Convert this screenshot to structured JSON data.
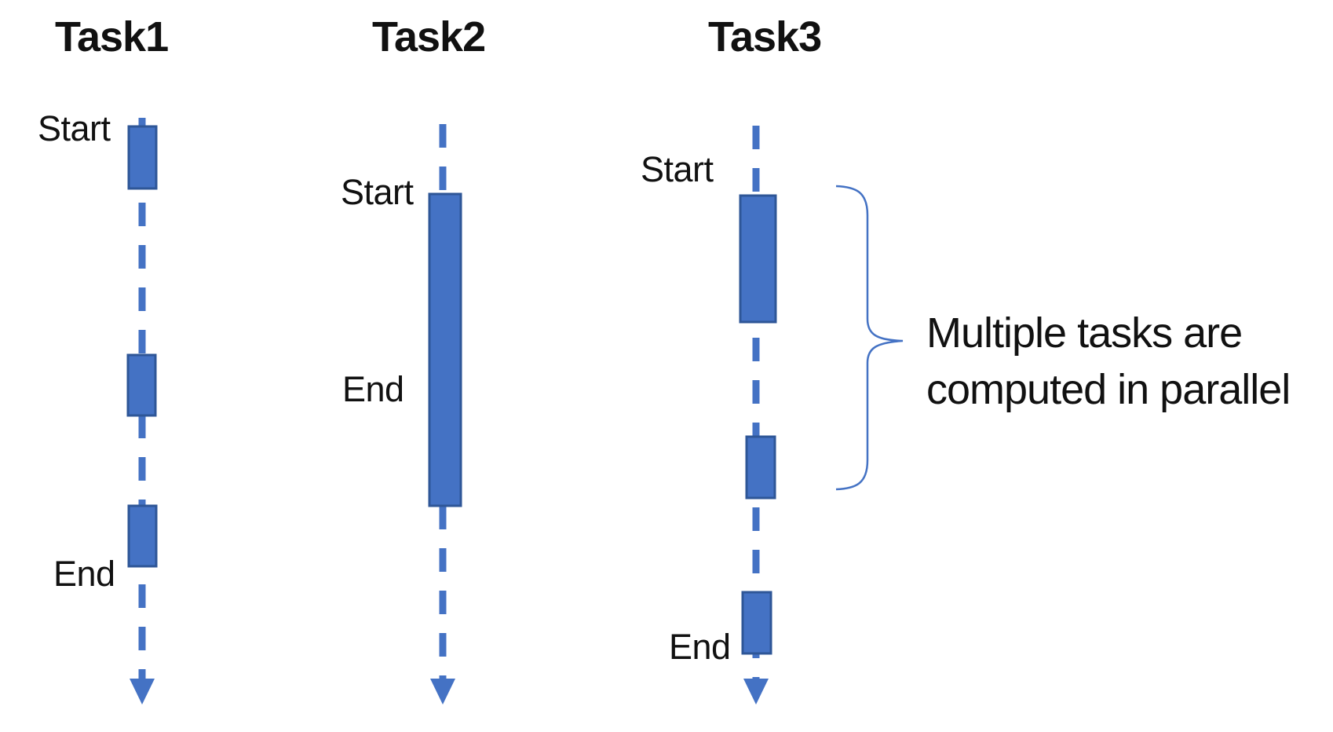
{
  "tasks": [
    {
      "title": "Task1",
      "start_label": "Start",
      "end_label": "End"
    },
    {
      "title": "Task2",
      "start_label": "Start",
      "end_label": "End"
    },
    {
      "title": "Task3",
      "start_label": "Start",
      "end_label": "End"
    }
  ],
  "annotation": {
    "line1": "Multiple tasks are",
    "line2": "computed in parallel"
  },
  "colors": {
    "bar_fill": "#4472C4",
    "bar_border": "#2E5697",
    "timeline": "#4472C4",
    "arrow": "#4472C4",
    "brace": "#4472C4",
    "text": "#111111",
    "background": "#FFFFFF"
  }
}
